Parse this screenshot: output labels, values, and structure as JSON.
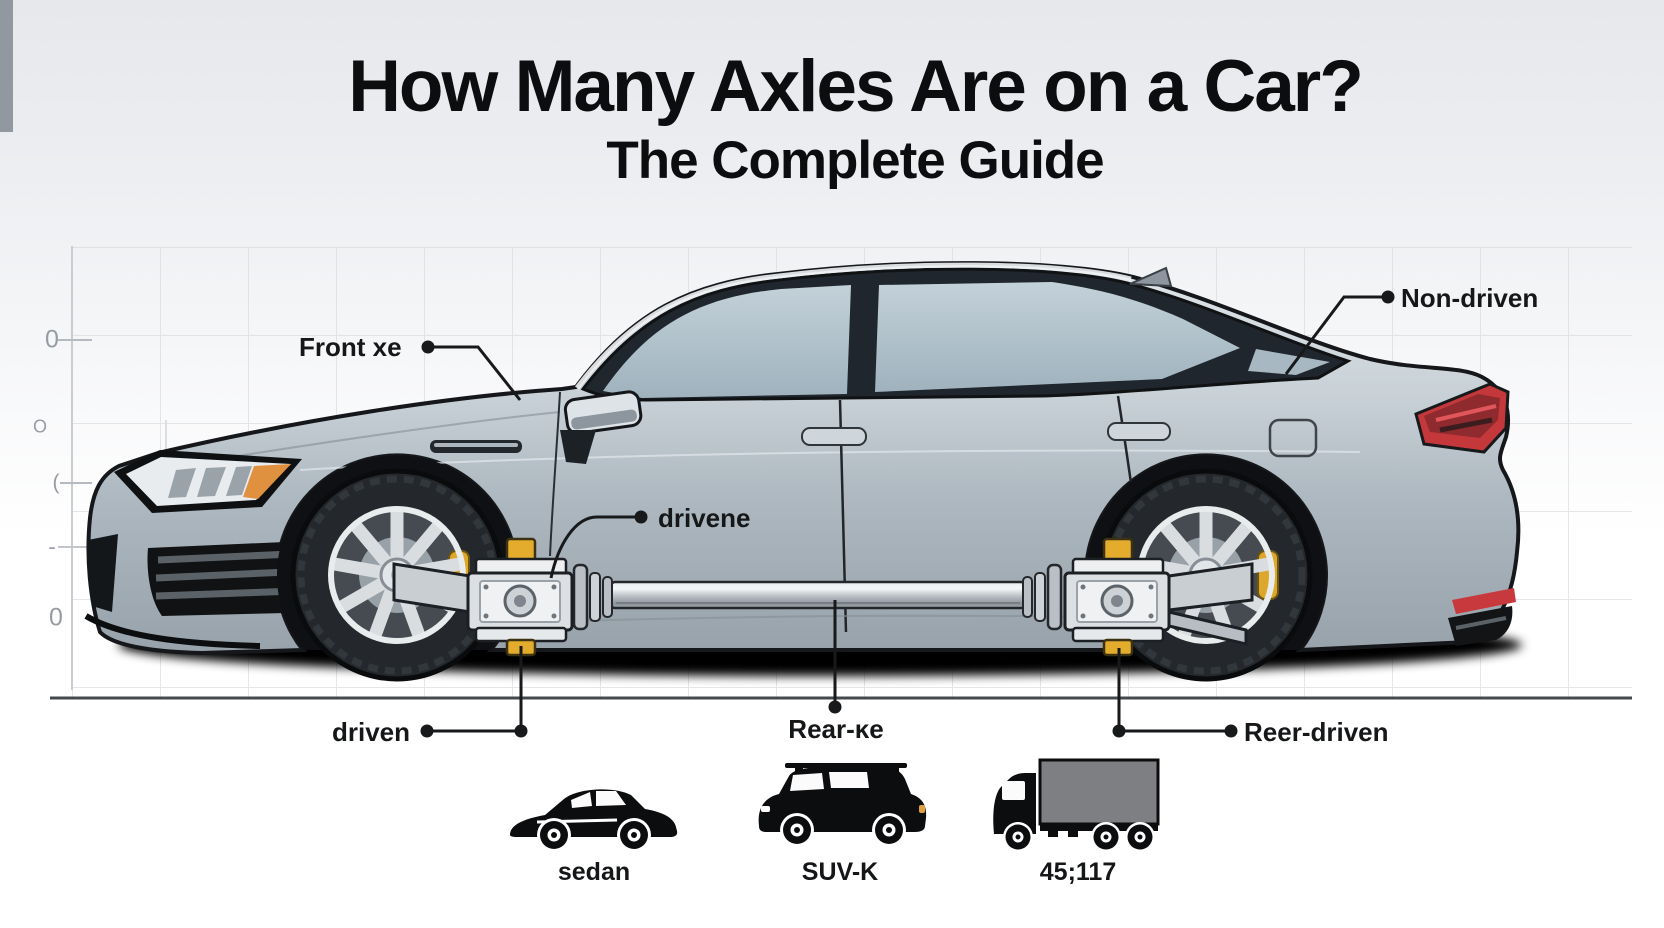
{
  "title": {
    "line1": "How Many Axles Are on a Car?",
    "line2": "The Complete Guide"
  },
  "diagram_labels": {
    "front_axle": "Front xe",
    "non_driven": "Non-driven",
    "driveline": "drivene",
    "driven": "driven",
    "rear_axle": "Rear-ĸe",
    "rear_driven": "Reer-driven"
  },
  "vehicles": [
    {
      "icon": "sedan-silhouette",
      "label": "sedan"
    },
    {
      "icon": "suv-silhouette",
      "label": "SUV-K"
    },
    {
      "icon": "truck-silhouette",
      "label": "45;117"
    }
  ],
  "axis": {
    "ticks": [
      "0",
      "O",
      "(",
      "-",
      "0"
    ]
  },
  "colors": {
    "background_top": "#e6e8ec",
    "car_body_silver": "#b9c2ca",
    "glass_blue_gray": "#b3c2cc",
    "accent_yellow": "#e3ac2c",
    "taillight_red": "#c4383c",
    "headlight_amber": "#e0913f",
    "label_black": "#151719",
    "grid_line": "#d7dade",
    "ground_line": "#45494e"
  }
}
